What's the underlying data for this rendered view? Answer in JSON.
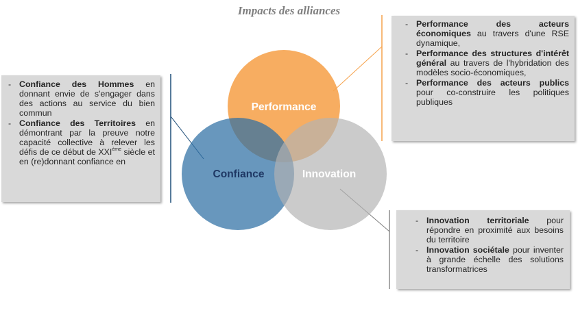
{
  "title": "Impacts des alliances",
  "circles": {
    "performance": {
      "label": "Performance",
      "color": "#f6a24b",
      "text_color": "#ffffff"
    },
    "confiance": {
      "label": "Confiance",
      "color": "#5b8fba",
      "text_color": "#1f3864"
    },
    "innovation": {
      "label": "Innovation",
      "color": "#c4c4c4",
      "text_color": "#ffffff"
    }
  },
  "left_box": {
    "items": [
      {
        "bold": "Confiance des Hommes",
        "text": " en donnant envie de s'engager dans des actions au service du bien commun"
      },
      {
        "bold": "Confiance des Territoires",
        "text_before_sup": " en démontrant par la preuve notre capacité collective à relever les défis de ce début de XXI",
        "sup": "ème",
        "text_after_sup": " siècle et en (re)donnant confiance en"
      }
    ]
  },
  "top_right_box": {
    "items": [
      {
        "bold": "Performance des acteurs économiques",
        "text": " au travers d'une RSE dynamique,"
      },
      {
        "bold": "Performance des structures d'intérêt général",
        "text": " au travers de l'hybridation des modèles socio-économiques,"
      },
      {
        "bold": "Performance des acteurs publics",
        "text": " pour co-construire les politiques publiques"
      }
    ]
  },
  "bottom_right_box": {
    "items": [
      {
        "bold": "Innovation territoriale",
        "text": " pour répondre en proximité aux besoins du territoire"
      },
      {
        "bold": "Innovation sociétale",
        "text": " pour inventer à grande échelle des solutions transformatrices"
      }
    ]
  }
}
